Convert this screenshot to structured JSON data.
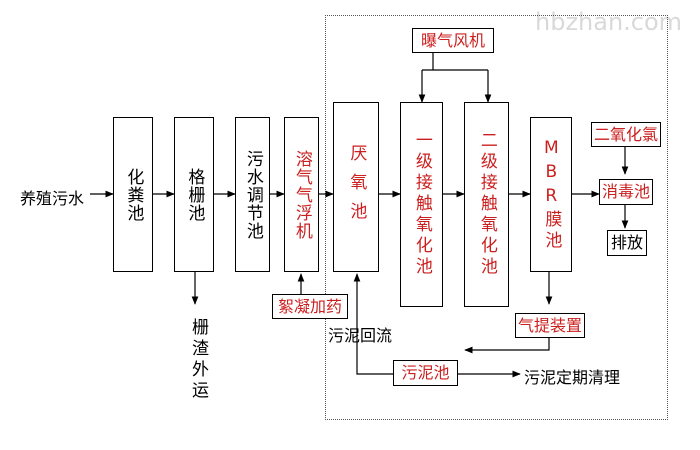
{
  "watermark": "hbzhan.com",
  "input_label": "养殖污水",
  "nodes": {
    "septic_tank": "化粪池",
    "grid_tank": "格栅池",
    "equalization_tank": "污水调节池",
    "dissolved_air_flotation": "溶气气浮机",
    "anaerobic_tank": "厌氧池",
    "contact_oxidation_1": "一级接触氧化池",
    "contact_oxidation_2": "二级接触氧化池",
    "mbr_tank": "MBR膜池",
    "aeration_blower": "曝气风机",
    "chlorine_dioxide": "二氧化氯",
    "disinfection_tank": "消毒池",
    "discharge": "排放",
    "flocculant_dosing": "絮凝加药",
    "air_lift_device": "气提装置",
    "sludge_tank": "污泥池"
  },
  "labels": {
    "screenings_transport": "栅渣外运",
    "sludge_return": "污泥回流",
    "sludge_cleaning": "污泥定期清理"
  },
  "colors": {
    "red_text": "#cc1f1f",
    "line": "#000000"
  }
}
